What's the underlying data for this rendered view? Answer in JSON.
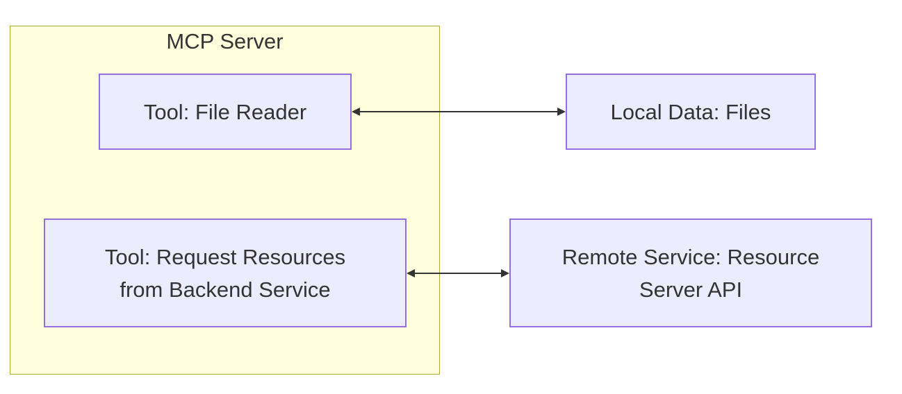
{
  "cluster": {
    "title": "MCP Server"
  },
  "nodes": {
    "file_reader": "Tool: File Reader",
    "local_data": "Local Data: Files",
    "request_resources": "Tool: Request Resources\nfrom Backend Service",
    "remote_service": "Remote Service: Resource\nServer API"
  },
  "colors": {
    "cluster_fill": "#ffffde",
    "cluster_border": "#aaaa33",
    "node_fill": "#ececff",
    "node_border": "#9370db",
    "edge": "#333333"
  },
  "edges": [
    {
      "from": "file_reader",
      "to": "local_data",
      "direction": "both"
    },
    {
      "from": "request_resources",
      "to": "remote_service",
      "direction": "both"
    }
  ]
}
